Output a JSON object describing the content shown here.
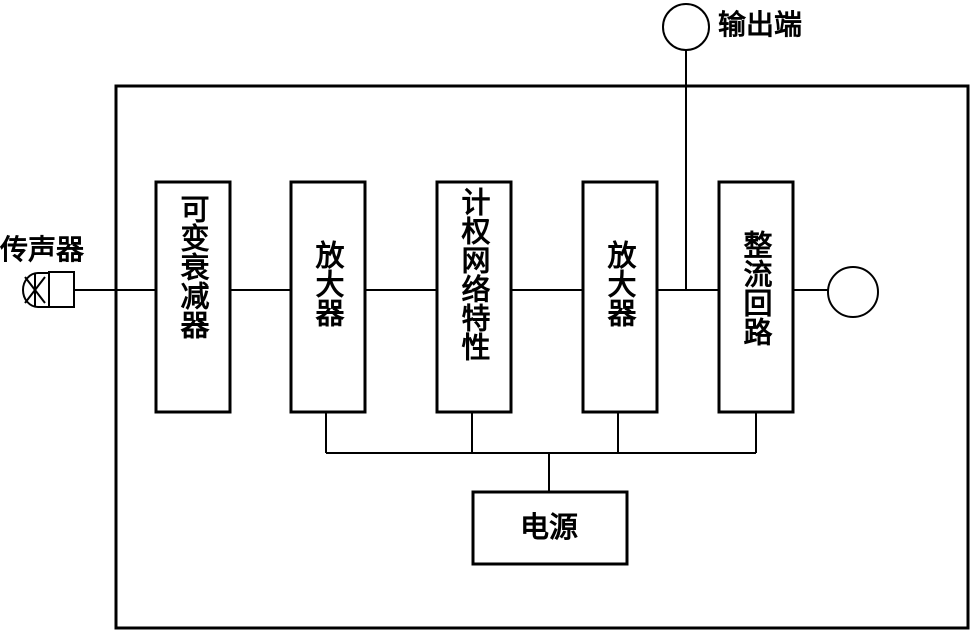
{
  "labels": {
    "microphone": "传声器",
    "output": "输出端"
  },
  "blocks": {
    "attenuator": "可变衰减器",
    "amplifier1": "放大器",
    "weighting": "计权网络特性",
    "amplifier2": "放大器",
    "rectifier": "整流回路",
    "power": "电源"
  }
}
